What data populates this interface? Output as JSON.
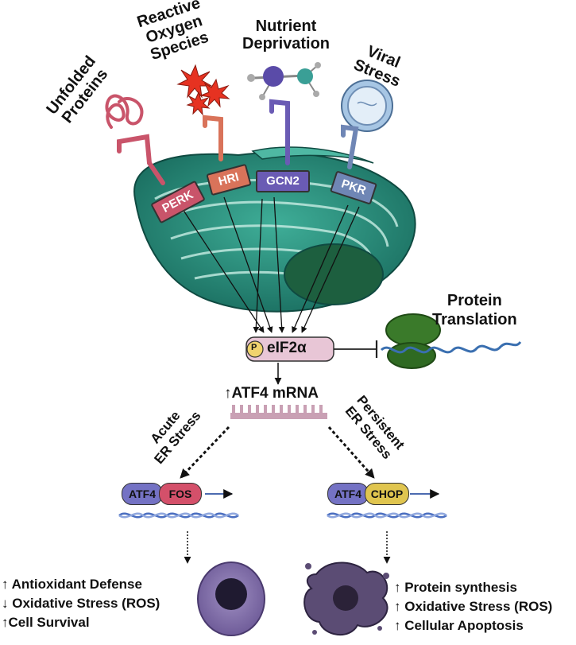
{
  "stressors": {
    "unfolded": "Unfolded\nProteins",
    "ros": "Reactive\nOxygen\nSpecies",
    "nutrient": "Nutrient\nDeprivation",
    "viral": "Viral\nStress"
  },
  "kinases": {
    "perk": "PERK",
    "hri": "HRI",
    "gcn2": "GCN2",
    "pkr": "PKR"
  },
  "eif2a": {
    "phospho": "P",
    "label": "eIF2α"
  },
  "translation": {
    "label": "Protein\nTranslation"
  },
  "atf4_mrna": {
    "label": "↑ATF4 mRNA"
  },
  "branches": {
    "acute": "Acute\nER Stress",
    "persistent": "Persistent\nER Stress"
  },
  "dimers": {
    "left": {
      "a": "ATF4",
      "b": "FOS"
    },
    "right": {
      "a": "ATF4",
      "b": "CHOP"
    }
  },
  "outcomes": {
    "left": [
      "↑ Antioxidant Defense",
      "↓ Oxidative Stress (ROS)",
      "↑Cell Survival"
    ],
    "right": [
      "↑ Protein synthesis",
      "↑ Oxidative Stress (ROS)",
      "↑ Cellular Apoptosis"
    ]
  },
  "colors": {
    "perk": "#c9546a",
    "hri": "#d9735a",
    "gcn2": "#6a5bb4",
    "pkr": "#6f86b5",
    "er": "#2a8f7f",
    "atf4": "#7472c4",
    "fos": "#d4506a",
    "chop": "#e0c54f",
    "mrna": "#c9a0b4"
  }
}
